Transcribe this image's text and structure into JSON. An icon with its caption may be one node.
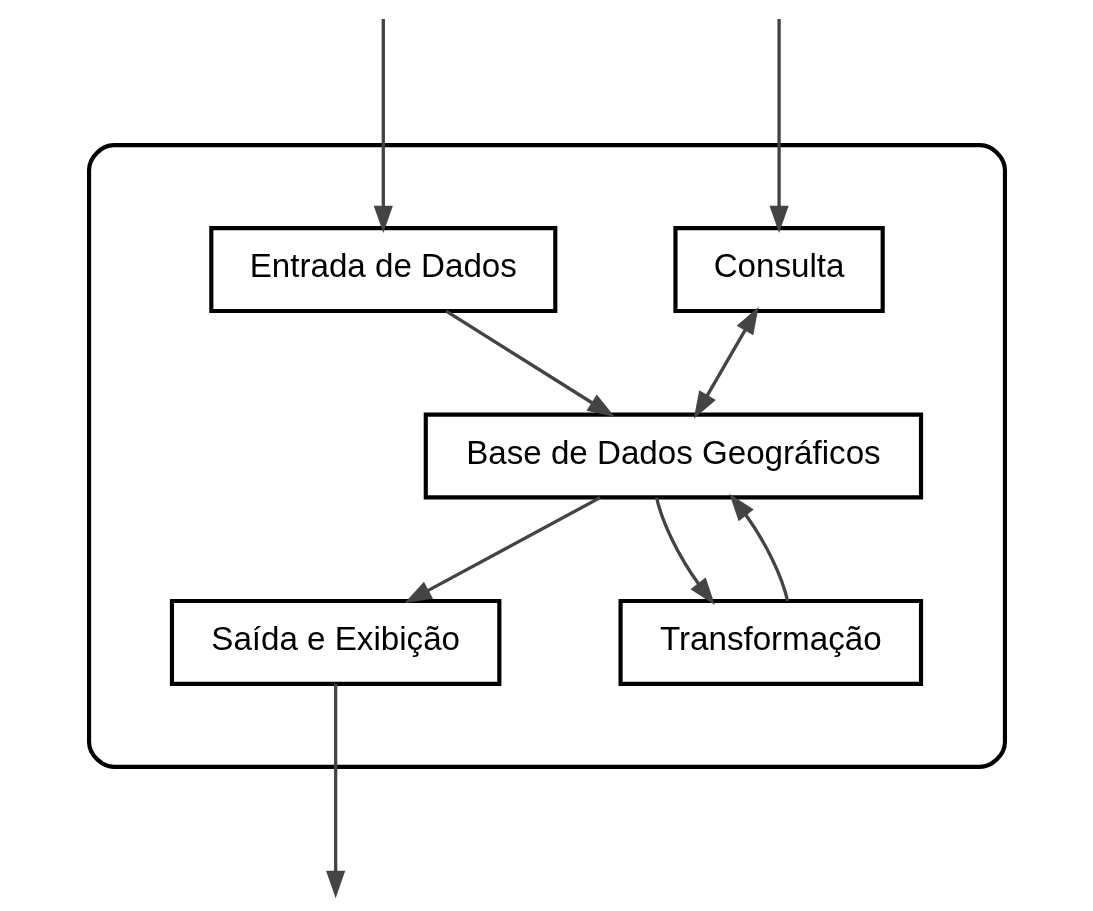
{
  "diagram": {
    "nodes": [
      {
        "text": [],
        "shape": "ellipse"
      },
      {
        "text": [
          "Entrada de Dados"
        ],
        "in": 0
      },
      {
        "text": [
          "Consulta"
        ],
        "in": 0
      },
      {
        "text": [
          "Base de Dados Geográficos"
        ],
        "in": 0
      },
      {
        "text": [
          "Saída e Exibição"
        ],
        "in": 0
      },
      {
        "text": [
          "Transformação"
        ],
        "in": 0
      }
    ],
    "edges": [
      {
        "from": null,
        "to": 1,
        "arrow": "to"
      },
      {
        "from": null,
        "to": 2,
        "arrow": "to"
      },
      {
        "from": 1,
        "to": 3,
        "arrow": "to"
      },
      {
        "from": 2,
        "to": 3,
        "arrow": "both"
      },
      {
        "from": 3,
        "to": 4,
        "arrow": "to"
      },
      {
        "from": 3,
        "to": 5,
        "arrow": "to"
      },
      {
        "from": 5,
        "to": 3,
        "arrow": "to"
      },
      {
        "from": 4,
        "to": null,
        "arrow": "to"
      }
    ]
  }
}
